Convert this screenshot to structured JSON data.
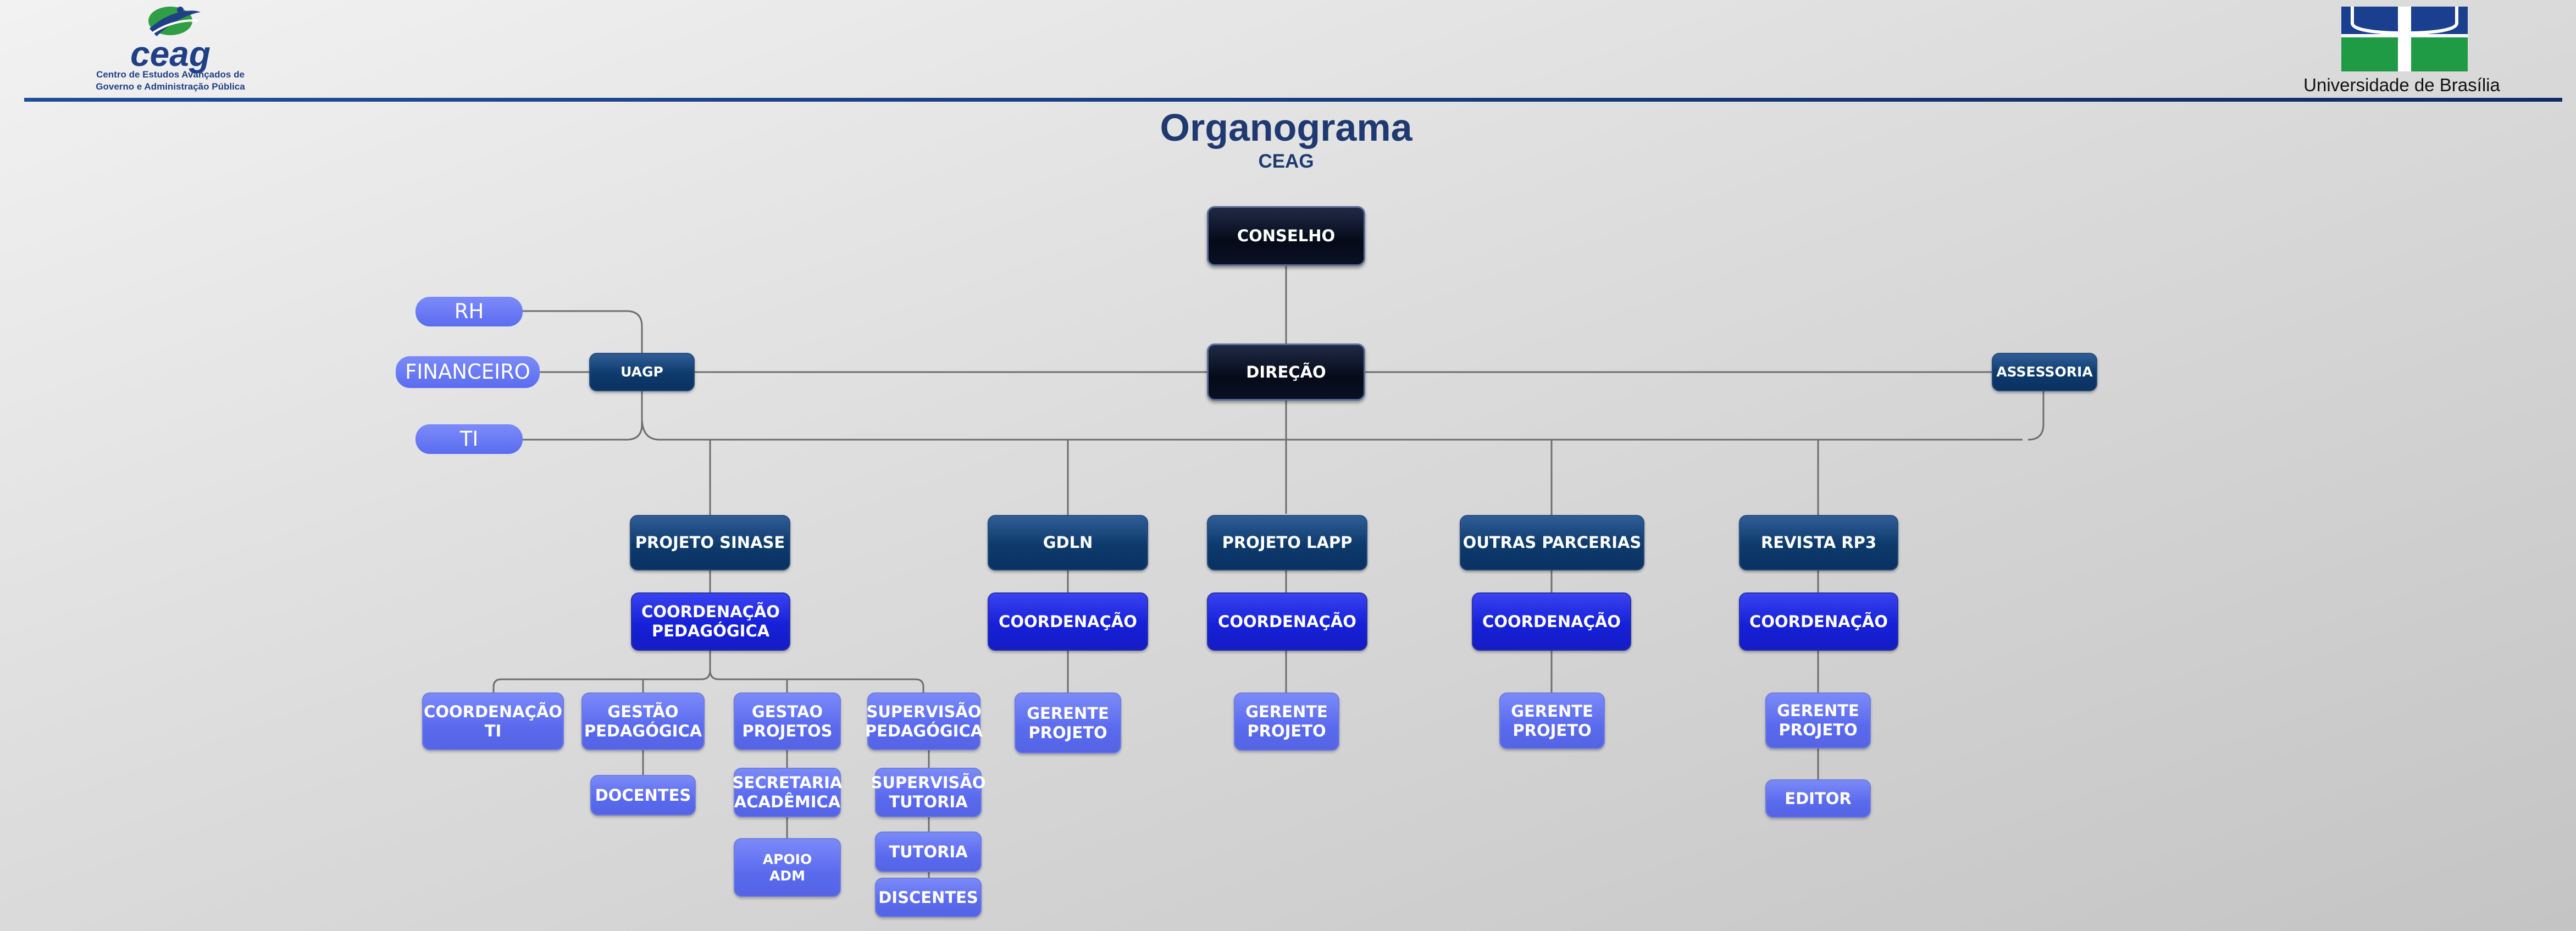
{
  "header": {
    "logo_left": {
      "name": "ceag",
      "subtitle_lines": [
        "Centro de Estudos Avançados de",
        "Governo e Administração Pública"
      ],
      "colors": {
        "blue": "#1f3f87",
        "green": "#2f9e45"
      }
    },
    "logo_right": {
      "text": "Universidade de Brasília",
      "colors": {
        "blue": "#1a3f8f",
        "green": "#1f9a45"
      }
    }
  },
  "title": "Organograma",
  "subtitle": "CEAG",
  "nodes": {
    "conselho": "CONSELHO",
    "direcao": "DIREÇÃO",
    "uagp": "UAGP",
    "assessoria": "ASSESSORIA",
    "rh": "RH",
    "financeiro": "FINANCEIRO",
    "ti": "TI",
    "projeto_sinase": "PROJETO SINASE",
    "gdln": "GDLN",
    "projeto_lapp": "PROJETO LAPP",
    "outras_parcerias": "OUTRAS PARCERIAS",
    "revista_rp3": "REVISTA RP3",
    "coord_pedagogica": [
      "COORDENAÇÃO",
      "PEDAGÓGICA"
    ],
    "coordenacao": "COORDENAÇÃO",
    "coord_ti": [
      "COORDENAÇÃO",
      "TI"
    ],
    "gestao_pedagogica": [
      "GESTÃO",
      "PEDAGÓGICA"
    ],
    "gestao_projetos": [
      "GESTAO",
      "PROJETOS"
    ],
    "supervisao_pedagogica": [
      "SUPERVISÃO",
      "PEDAGÓGICA"
    ],
    "docentes": "DOCENTES",
    "secretaria_academica": [
      "SECRETARIA",
      "ACADÊMICA"
    ],
    "apoio_adm": [
      "APOIO",
      "ADM"
    ],
    "supervisao_tutoria": [
      "SUPERVISÃO",
      "TUTORIA"
    ],
    "tutoria": "TUTORIA",
    "discentes": "DISCENTES",
    "gerente_projeto": [
      "GERENTE",
      "PROJETO"
    ],
    "editor": "EDITOR"
  }
}
